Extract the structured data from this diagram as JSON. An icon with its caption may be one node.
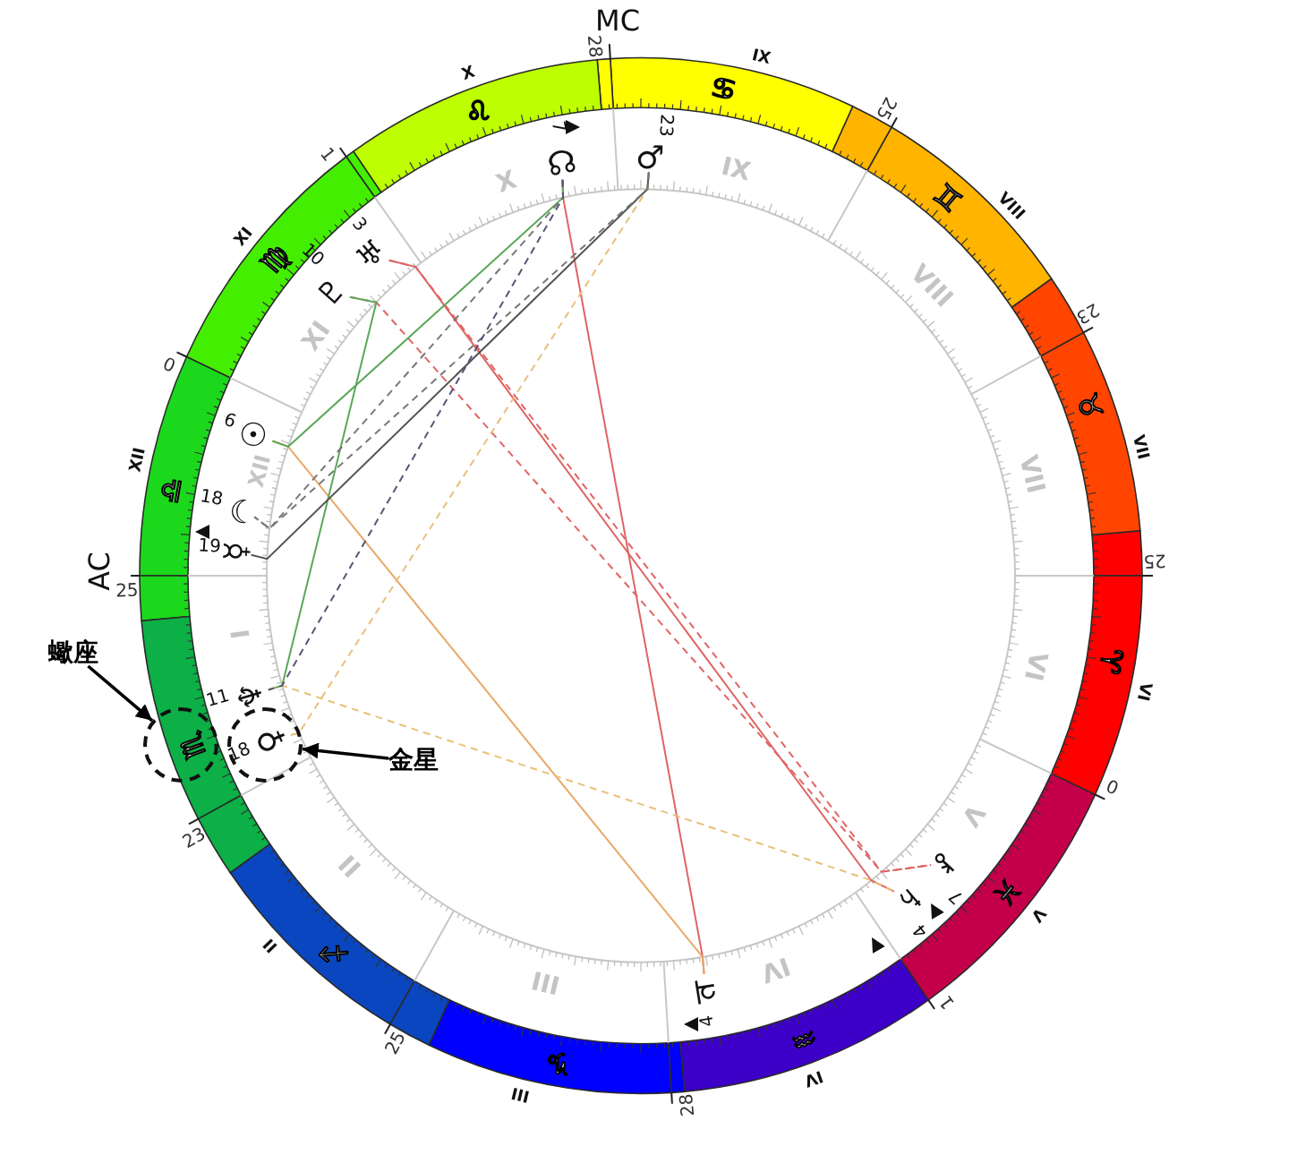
{
  "diagram": {
    "nodes": [
      {
        "text": [
          "蠍座"
        ]
      },
      {
        "text": [
          "♏"
        ]
      },
      {
        "text": [
          "金星"
        ]
      },
      {
        "text": [],
        "shape": "circle"
      },
      {
        "text": [
          "♀"
        ],
        "beside": [
          "18"
        ],
        "in": 3
      },
      {
        "text": [
          "♂"
        ],
        "beside": [
          "23"
        ]
      },
      {
        "text": [
          "☊"
        ],
        "beside": [
          "7"
        ]
      },
      {
        "text": [
          "♅"
        ],
        "beside": [
          "3"
        ]
      },
      {
        "text": [
          "♇"
        ],
        "beside": [
          "10"
        ]
      },
      {
        "text": [
          "☉"
        ],
        "beside": [
          "6"
        ]
      },
      {
        "text": [
          "☽"
        ],
        "beside": [
          "18"
        ]
      },
      {
        "text": [
          "☿"
        ],
        "beside": [
          "19"
        ]
      },
      {
        "text": [
          "♆"
        ],
        "beside": [
          "11"
        ]
      },
      {
        "text": [
          "♃"
        ],
        "beside": [
          "4"
        ]
      },
      {
        "text": [
          "♄"
        ],
        "beside": [
          "4"
        ]
      },
      {
        "text": [
          "⚷"
        ],
        "beside": [
          "7"
        ]
      }
    ],
    "edges": [
      {
        "from": 0,
        "to": 1,
        "arrow": "to",
        "color": "#000000"
      },
      {
        "from": 2,
        "to": 3,
        "arrow": "to",
        "color": "#000000"
      },
      {
        "from": 6,
        "to": 13,
        "arrow": "none",
        "color": "#e06464"
      },
      {
        "from": 7,
        "to": 14,
        "arrow": "none",
        "color": "#e06464"
      },
      {
        "from": 7,
        "to": 15,
        "arrow": "none",
        "style": "dashed",
        "color": "#e06464"
      },
      {
        "from": 8,
        "to": 15,
        "arrow": "none",
        "style": "dashed",
        "color": "#e06464"
      },
      {
        "from": 9,
        "to": 13,
        "arrow": "none",
        "color": "#eaa868"
      },
      {
        "from": 6,
        "to": 9,
        "arrow": "none",
        "color": "#5aa85a"
      },
      {
        "from": 8,
        "to": 12,
        "arrow": "none",
        "color": "#5aa85a"
      },
      {
        "from": 5,
        "to": 4,
        "arrow": "none",
        "style": "dashed",
        "color": "#e8c07a"
      },
      {
        "from": 12,
        "to": 14,
        "arrow": "none",
        "style": "dashed",
        "color": "#e8c07a"
      },
      {
        "from": 5,
        "to": 11,
        "arrow": "none",
        "color": "#555555"
      },
      {
        "from": 5,
        "to": 10,
        "arrow": "none",
        "style": "dashed",
        "color": "#777777"
      },
      {
        "from": 6,
        "to": 10,
        "arrow": "none",
        "style": "dashed",
        "color": "#777777"
      },
      {
        "from": 6,
        "to": 12,
        "arrow": "none",
        "style": "dashed",
        "color": "#555577"
      }
    ],
    "labels": [
      "MC",
      "28",
      "IX",
      "25",
      "VIII",
      "23",
      "VII",
      "25",
      "VI",
      "0",
      "V",
      "1",
      "IV",
      "28",
      "III",
      "25",
      "II",
      "23",
      "AC",
      "25",
      "XII",
      "0",
      "XI",
      "1",
      "X",
      "♋",
      "♊",
      "♉",
      "♈",
      "♓",
      "♒",
      "♑",
      "♐",
      "♎",
      "♍",
      "♌",
      "X",
      "IX",
      "VIII",
      "VII",
      "VI",
      "V",
      "IV",
      "III",
      "II",
      "I",
      "XII",
      "XI"
    ]
  }
}
